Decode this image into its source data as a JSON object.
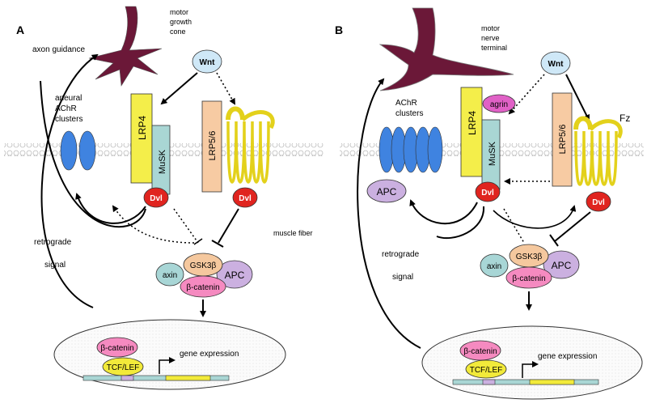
{
  "panel_a": {
    "letter": "A",
    "growth_cone_label": [
      "motor",
      "growth",
      "cone"
    ],
    "axon_guidance": "axon guidance",
    "wnt": "Wnt",
    "clusters_label": [
      "aneural",
      "AChR",
      "clusters"
    ],
    "lrp4": "LRP4",
    "musk": "MuSK",
    "lrp56": "LRP5/6",
    "dvl": "Dvl",
    "muscle_fiber": "muscle fiber",
    "retrograde": "retrograde",
    "signal": "signal",
    "axin": "axin",
    "gsk": "GSK3β",
    "apc": "APC",
    "bcatenin": "β-catenin",
    "nucleus_bcatenin": "β-catenin",
    "tcf": "TCF/LEF",
    "gene_expression": "gene expression"
  },
  "panel_b": {
    "letter": "B",
    "terminal_label": [
      "motor",
      "nerve",
      "terminal"
    ],
    "wnt": "Wnt",
    "agrin": "agrin",
    "clusters_label": [
      "AChR",
      "clusters"
    ],
    "lrp4": "LRP4",
    "musk": "MuSK",
    "lrp56": "LRP5/6",
    "fz": "Fz",
    "apc_membrane": "APC",
    "dvl_left": "Dvl",
    "dvl_right": "Dvl",
    "retrograde": "retrograde",
    "signal": "signal",
    "axin": "axin",
    "gsk": "GSK3β",
    "apc": "APC",
    "bcatenin": "β-catenin",
    "nucleus_bcatenin": "β-catenin",
    "tcf": "TCF/LEF",
    "gene_expression": "gene expression"
  },
  "colors": {
    "nerve": "#6b1838",
    "wnt": "#cfe8f7",
    "lrp4": "#f4ee4a",
    "musk": "#a9d6d4",
    "lrp56": "#f7cba3",
    "fz": "#e3d11b",
    "dvl": "#e0241f",
    "achr": "#3f83e0",
    "apc": "#cbb0e0",
    "bcatenin": "#f58ac0",
    "gsk": "#f5c89e",
    "axin": "#a8d6d6",
    "tcf": "#f2ea3a",
    "membrane": "#c8c8c8"
  }
}
